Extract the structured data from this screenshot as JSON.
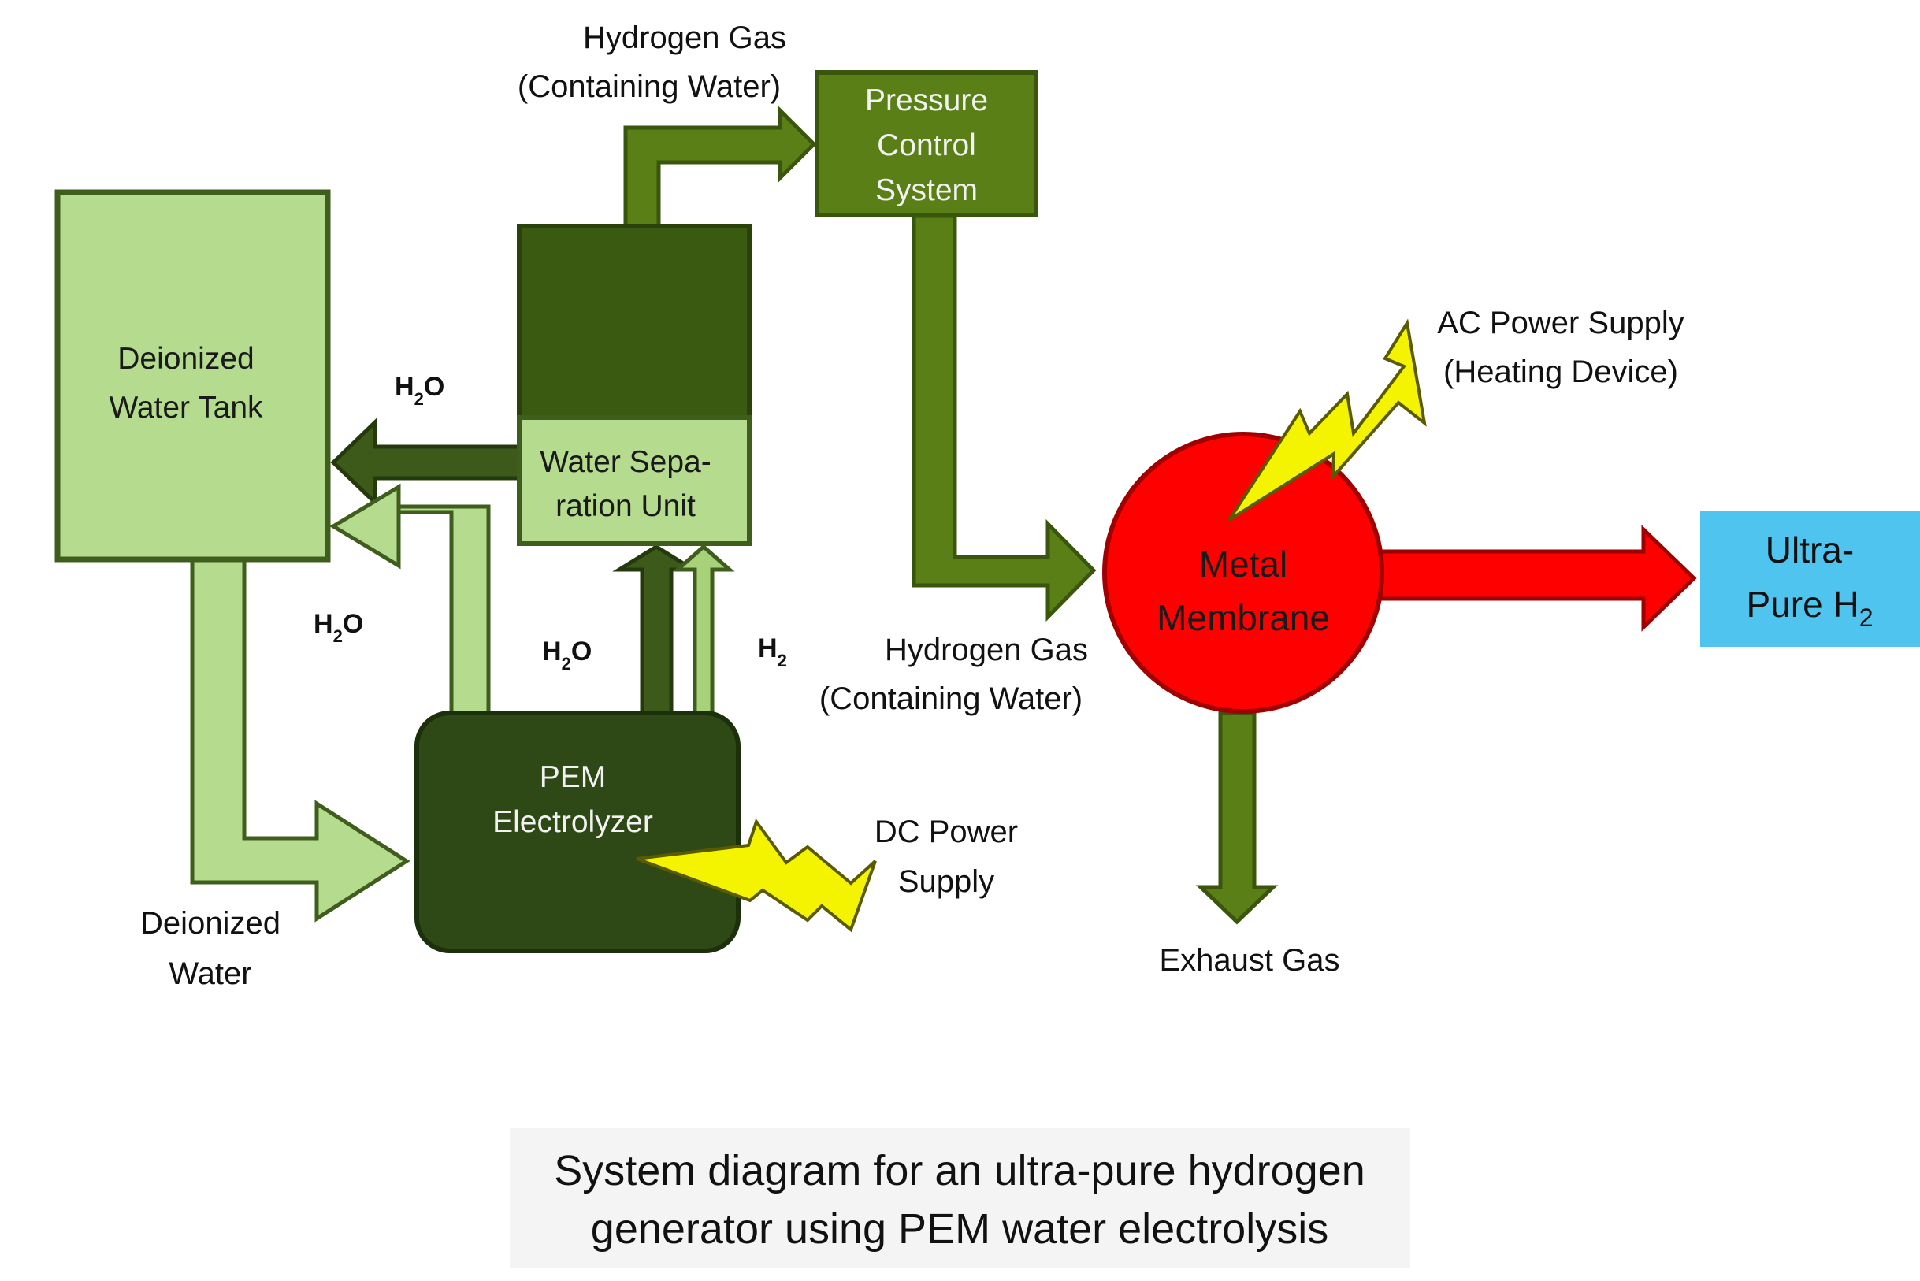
{
  "diagram": {
    "nodes": {
      "tank": {
        "line1": "Deionized",
        "line2": "Water Tank"
      },
      "separator": {
        "line1": "Water Sepa-",
        "line2": "ration Unit"
      },
      "pressure_control": {
        "line1": "Pressure",
        "line2": "Control",
        "line3": "System"
      },
      "electrolyzer": {
        "line1": "PEM",
        "line2": "Electrolyzer"
      },
      "membrane": {
        "line1": "Metal",
        "line2": "Membrane"
      },
      "product": {
        "line1": "Ultra-",
        "line2": "Pure H",
        "line2_sub": "2"
      }
    },
    "labels": {
      "hydrogen_top": {
        "line1": "Hydrogen Gas",
        "line2": "(Containing Water)"
      },
      "hydrogen_mid": {
        "line1": "Hydrogen Gas",
        "line2": "(Containing Water)"
      },
      "ac_power": {
        "line1": "AC Power Supply",
        "line2": "(Heating Device)"
      },
      "dc_power": {
        "line1": "DC Power",
        "line2": "Supply"
      },
      "exhaust": "Exhaust Gas",
      "deionized_water": {
        "line1": "Deionized",
        "line2": "Water"
      },
      "h2o_return": {
        "main": "H",
        "sub": "2",
        "tail": "O"
      },
      "h2o_left": {
        "main": "H",
        "sub": "2",
        "tail": "O"
      },
      "h2o_up": {
        "main": "H",
        "sub": "2",
        "tail": "O"
      },
      "h2_up": {
        "main": "H",
        "sub": "2"
      }
    },
    "caption": {
      "line1": "System diagram for an ultra-pure hydrogen",
      "line2": "generator using PEM water electrolysis"
    },
    "colors": {
      "light_green": "#b5dc8e",
      "mid_green": "#5a7f14",
      "dark_green": "#3a5a12",
      "darkest_green": "#2c4514",
      "membrane_red": "#ff0000",
      "product_blue": "#4ec4ee",
      "bolt_yellow": "#f4f400",
      "caption_bg": "#f4f4f4"
    }
  }
}
